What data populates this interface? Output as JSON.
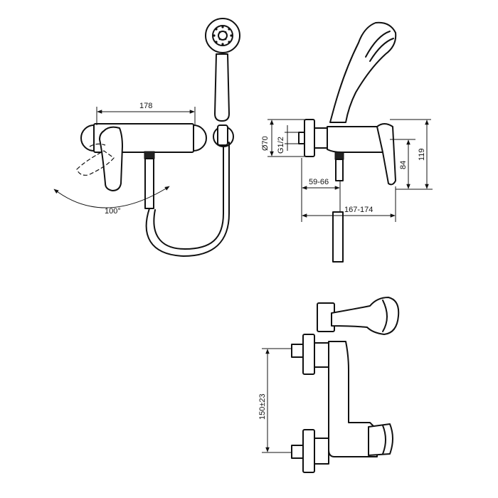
{
  "dimensions": {
    "width_178": "178",
    "angle_100": "100°",
    "dia_70": "Ø70",
    "thread_g12": "G1/2",
    "range_59_66": "59-66",
    "range_167_174": "167-174",
    "height_84": "84",
    "height_119": "119",
    "centers_150": "150±23"
  }
}
